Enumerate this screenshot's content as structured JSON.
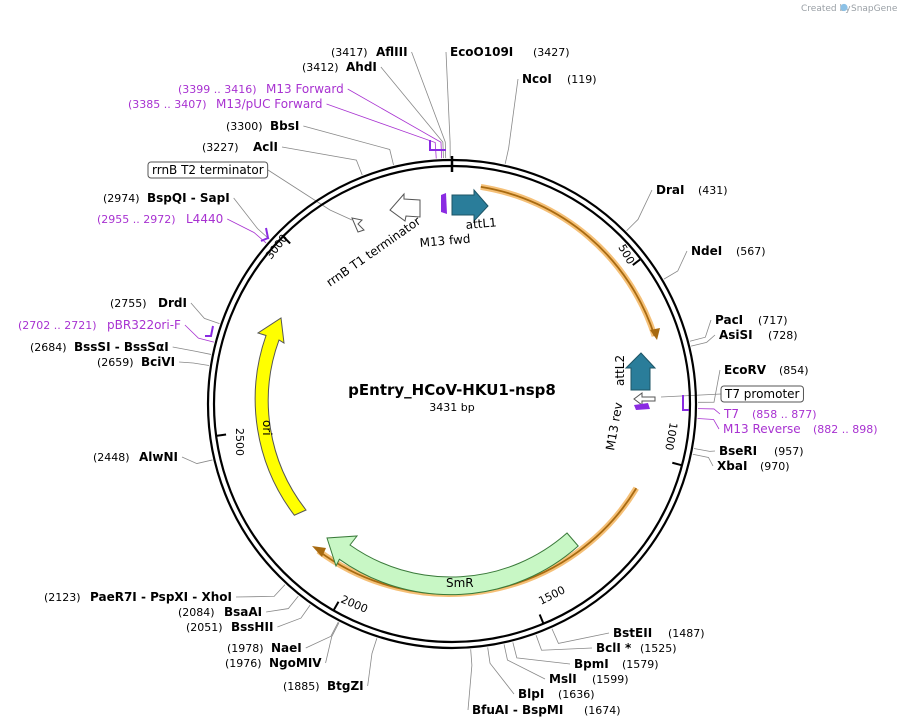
{
  "credit": {
    "prefix": "Created by",
    "brand": "SnapGene"
  },
  "plasmid": {
    "name": "pEntry_HCoV-HKU1-nsp8",
    "size_label": "3431 bp",
    "length": 3431
  },
  "colors": {
    "backbone": "#000000",
    "att": "#2a7d9a",
    "primer": "#a832d1",
    "primer_site": "#8a2be2",
    "ori": "#ffff00",
    "smr": "#c8f7c5",
    "orf": "#f5a623",
    "leader": "#888888"
  },
  "ticks": [
    {
      "pos": 500,
      "label": "500"
    },
    {
      "pos": 1000,
      "label": "1000"
    },
    {
      "pos": 1500,
      "label": "1500"
    },
    {
      "pos": 2000,
      "label": "2000"
    },
    {
      "pos": 2500,
      "label": "2500"
    },
    {
      "pos": 3000,
      "label": "3000"
    }
  ],
  "sites": [
    {
      "id": "aflii",
      "name": "AflIII",
      "pos_label": "(3417)",
      "pos": 3417
    },
    {
      "id": "ahdi",
      "name": "AhdI",
      "pos_label": "(3412)",
      "pos": 3412
    },
    {
      "id": "ecoo109i",
      "name": "EcoO109I",
      "pos_label": "(3427)",
      "pos": 3427
    },
    {
      "id": "ncoi",
      "name": "NcoI",
      "pos_label": "(119)",
      "pos": 119
    },
    {
      "id": "bbsi",
      "name": "BbsI",
      "pos_label": "(3300)",
      "pos": 3300
    },
    {
      "id": "acli",
      "name": "AclI",
      "pos_label": "(3227)",
      "pos": 3227
    },
    {
      "id": "bspqi",
      "name": "BspQI  - SapI",
      "pos_label": "(2974)",
      "pos": 2974
    },
    {
      "id": "drai",
      "name": "DraI",
      "pos_label": "(431)",
      "pos": 431
    },
    {
      "id": "ndei",
      "name": "NdeI",
      "pos_label": "(567)",
      "pos": 567
    },
    {
      "id": "paci",
      "name": "PacI",
      "pos_label": "(717)",
      "pos": 717
    },
    {
      "id": "asisi",
      "name": "AsiSI",
      "pos_label": "(728)",
      "pos": 728
    },
    {
      "id": "ecorv",
      "name": "EcoRV",
      "pos_label": "(854)",
      "pos": 854
    },
    {
      "id": "seri",
      "name": "BseRI",
      "pos_label": "(957)",
      "pos": 957
    },
    {
      "id": "xbai",
      "name": "XbaI",
      "pos_label": "(970)",
      "pos": 970
    },
    {
      "id": "drdi",
      "name": "DrdI",
      "pos_label": "(2755)",
      "pos": 2755
    },
    {
      "id": "bsssi",
      "name": "BssSI  - BssSαI",
      "pos_label": "(2684)",
      "pos": 2684
    },
    {
      "id": "bcivi",
      "name": "BciVI",
      "pos_label": "(2659)",
      "pos": 2659
    },
    {
      "id": "alwni",
      "name": "AlwNI",
      "pos_label": "(2448)",
      "pos": 2448
    },
    {
      "id": "paer7i",
      "name": "PaeR7I  - PspXI  - XhoI",
      "pos_label": "(2123)",
      "pos": 2123
    },
    {
      "id": "bsaai",
      "name": "BsaAI",
      "pos_label": "(2084)",
      "pos": 2084
    },
    {
      "id": "bsshii",
      "name": "BssHII",
      "pos_label": "(2051)",
      "pos": 2051
    },
    {
      "id": "naei",
      "name": "NaeI",
      "pos_label": "(1978)",
      "pos": 1978
    },
    {
      "id": "ngomiv",
      "name": "NgoMIV",
      "pos_label": "(1976)",
      "pos": 1976
    },
    {
      "id": "btgzi",
      "name": "BtgZI",
      "pos_label": "(1885)",
      "pos": 1885
    },
    {
      "id": "bfuai",
      "name": "BfuAI  - BspMI",
      "pos_label": "(1674)",
      "pos": 1674
    },
    {
      "id": "blpi",
      "name": "BlpI",
      "pos_label": "(1636)",
      "pos": 1636
    },
    {
      "id": "msli",
      "name": "MslI",
      "pos_label": "(1599)",
      "pos": 1599
    },
    {
      "id": "bpmi",
      "name": "BpmI",
      "pos_label": "(1579)",
      "pos": 1579
    },
    {
      "id": "bcli",
      "name": "BclI *",
      "pos_label": "(1525)",
      "pos": 1525
    },
    {
      "id": "bsteii",
      "name": "BstEII",
      "pos_label": "(1487)",
      "pos": 1487
    }
  ],
  "primers": [
    {
      "id": "m13fwd",
      "name": "M13 Forward",
      "range_label": "(3399 .. 3416)",
      "pos": 3408
    },
    {
      "id": "m13puc",
      "name": "M13/pUC Forward",
      "range_label": "(3385 .. 3407)",
      "pos": 3396
    },
    {
      "id": "l4440",
      "name": "L4440",
      "range_label": "(2955 .. 2972)",
      "pos": 2963
    },
    {
      "id": "pbr322",
      "name": "pBR322ori-F",
      "range_label": "(2702 .. 2721)",
      "pos": 2712
    },
    {
      "id": "t7",
      "name": "T7",
      "range_label": "(858 .. 877)",
      "pos": 868
    },
    {
      "id": "m13rev",
      "name": "M13 Reverse",
      "range_label": "(882 .. 898)",
      "pos": 890
    }
  ],
  "boxed_labels": {
    "rrnb_t2": "rrnB T2 terminator",
    "t7_promoter": "T7 promoter"
  },
  "features": {
    "attl1": "attL1",
    "m13_fwd": "M13 fwd",
    "rrnb_t1": "rrnB T1 terminator",
    "attl2": "attL2",
    "m13_rev": "M13 rev",
    "ori": "ori",
    "smr": "SmR"
  }
}
